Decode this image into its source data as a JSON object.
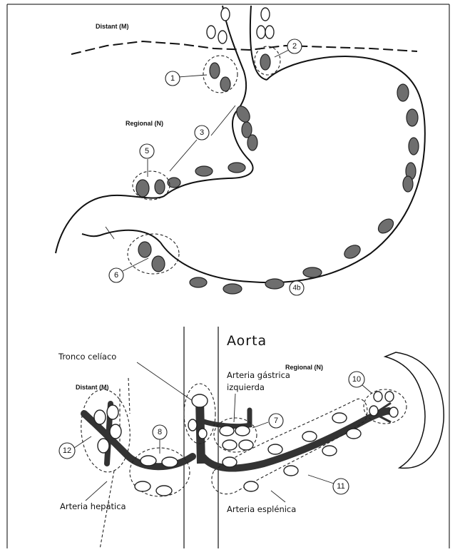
{
  "top_diagram": {
    "distant_label": "Distant (M)",
    "regional_label": "Regional (N)",
    "stations": [
      "1",
      "2",
      "3",
      "4b",
      "5",
      "6"
    ]
  },
  "bottom_diagram": {
    "aorta_label": "Aorta",
    "regional_label": "Regional (N)",
    "distant_label": "Distant (M)",
    "tronco_label": "Tronco celíaco",
    "gastrica_line1": "Arteria gástrica",
    "gastrica_line2": "izquierda",
    "hepatica_label": "Arteria hepática",
    "esplenica_label": "Arteria esplénica",
    "stations": [
      "7",
      "8",
      "10",
      "11",
      "12"
    ]
  },
  "colors": {
    "node_fill": "#6e6e6e",
    "artery": "#333333",
    "line": "#111111"
  }
}
